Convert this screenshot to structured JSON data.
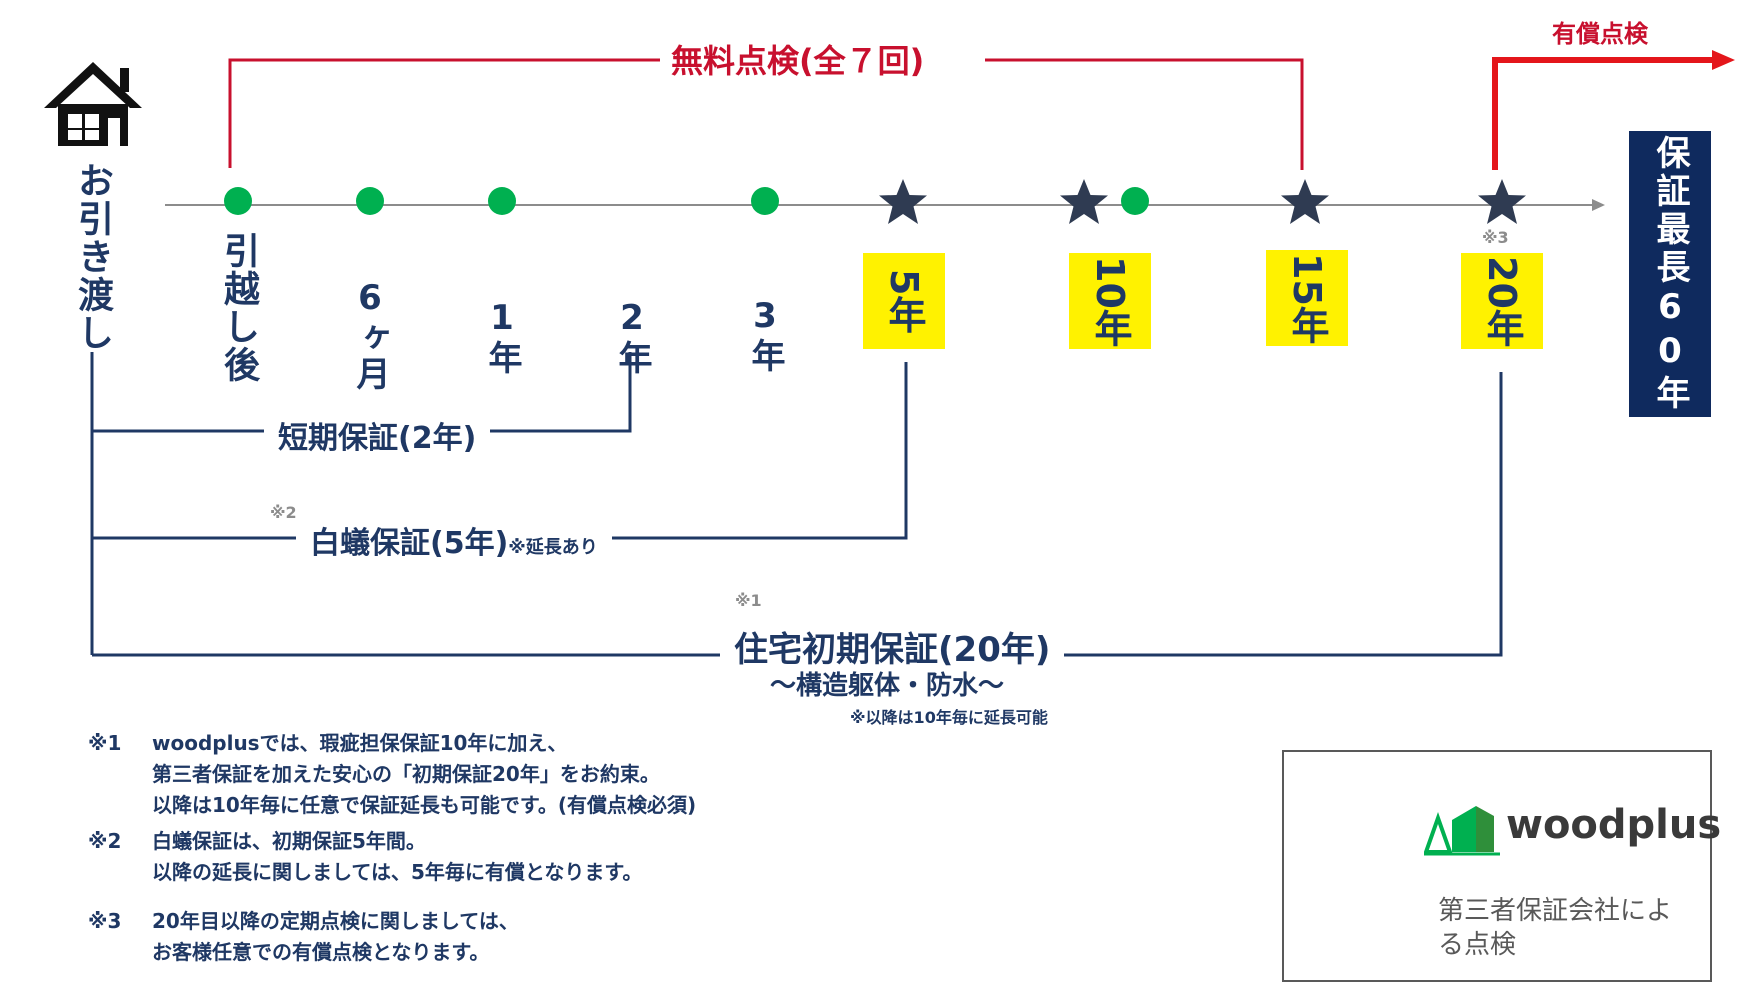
{
  "header": {
    "free_inspection": "無料点検(全７回)",
    "paid_inspection": "有償点検"
  },
  "start_label": "お引き渡し",
  "timeline": [
    {
      "label": "引越し後",
      "marker": "circle"
    },
    {
      "label": "6ヶ月",
      "marker": "circle"
    },
    {
      "label": "1年",
      "marker": "circle"
    },
    {
      "label": "2年",
      "marker": "none"
    },
    {
      "label": "3年",
      "marker": "circle"
    },
    {
      "label": "5年",
      "marker": "star",
      "highlight": true
    },
    {
      "label": "10年",
      "marker": "star+circle",
      "highlight": true
    },
    {
      "label": "15年",
      "marker": "star",
      "highlight": true
    },
    {
      "label": "20年",
      "marker": "star",
      "highlight": true,
      "note": "※3"
    }
  ],
  "max_warranty": "保証最長60年",
  "warranties": {
    "short": "短期保証(2年)",
    "termite": "白蟻保証(5年)",
    "termite_note": "※延長あり",
    "termite_mark": "※2",
    "initial": "住宅初期保証(20年)",
    "initial_sub": "〜構造躯体・防水〜",
    "initial_mark": "※1",
    "initial_note": "※以降は10年毎に延長可能"
  },
  "notes": [
    {
      "mark": "※1",
      "lines": [
        "woodplusでは、瑕疵担保保証10年に加え、",
        "第三者保証を加えた安心の「初期保証20年」をお約束。",
        "以降は10年毎に任意で保証延長も可能です。(有償点検必須)"
      ]
    },
    {
      "mark": "※2",
      "lines": [
        "白蟻保証は、初期保証5年間。",
        "以降の延長に関しましては、5年毎に有償となります。"
      ]
    },
    {
      "mark": "※3",
      "lines": [
        "20年目以降の定期点検に関しましては、",
        "お客様任意での有償点検となります。"
      ]
    }
  ],
  "legend": {
    "brand": "woodplus",
    "star_label": "第三者保証会社による点検"
  },
  "colors": {
    "navy": "#1f3864",
    "dark_navy": "#0f2a5e",
    "red": "#c8102e",
    "green": "#00b050",
    "yellow": "#fff200",
    "star": "#2f3b52"
  }
}
